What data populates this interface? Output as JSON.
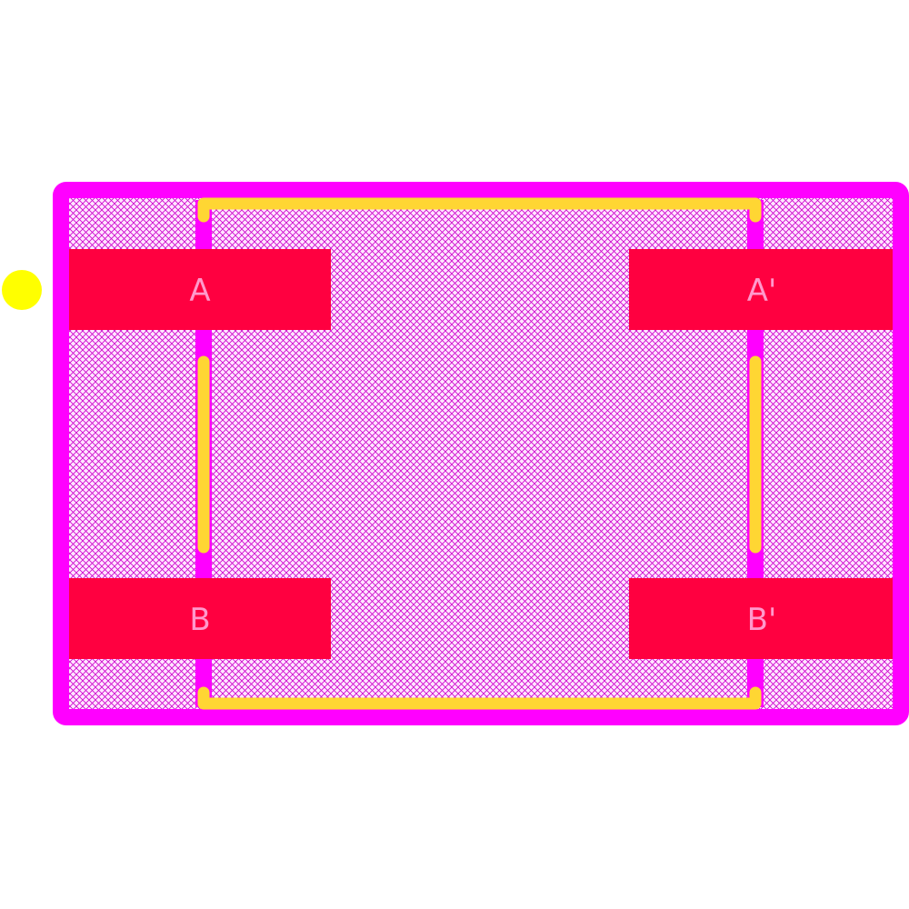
{
  "colors": {
    "background": "#ffffff",
    "courtyard": "#ff00ff",
    "courtyard_hatch": "#cc00cc",
    "courtyard_fill": "#ffe6ff",
    "pad": "#ff0040",
    "pad_label": "#ff99cc",
    "silkscreen": "#ffd633",
    "pin1_marker": "#ffff00"
  },
  "pads": [
    {
      "id": "pad-a",
      "label": "A"
    },
    {
      "id": "pad-a-prime",
      "label": "A'"
    },
    {
      "id": "pad-b",
      "label": "B"
    },
    {
      "id": "pad-b-prime",
      "label": "B'"
    }
  ],
  "pin1_marker": {
    "shape": "circle"
  }
}
